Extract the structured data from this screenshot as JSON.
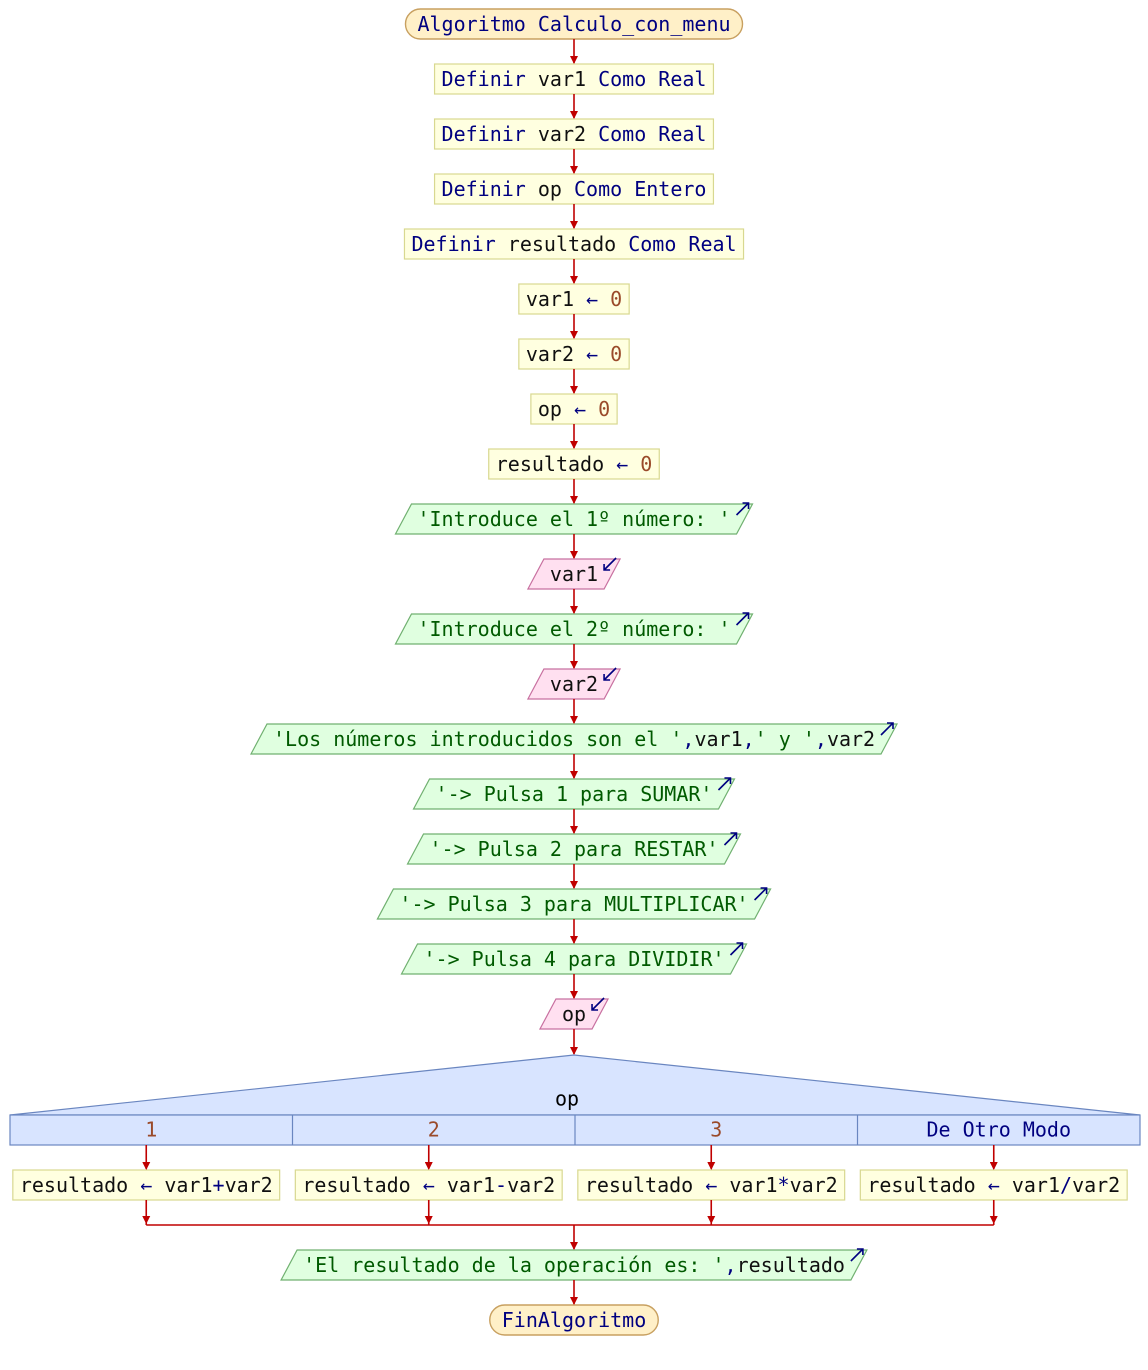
{
  "colors": {
    "keyword": "#000080",
    "variable": "#101010",
    "number": "#9a4a2a",
    "string": "#005a00",
    "arrow": "#c00000",
    "process_fill": "#ffffe0",
    "process_stroke": "#d8d890",
    "terminal_fill": "#fff0c8",
    "terminal_stroke": "#c8a060",
    "output_fill": "#e0ffe0",
    "output_stroke": "#70b070",
    "input_fill": "#ffe0f0",
    "input_stroke": "#c870a0",
    "switch_fill": "#d8e4ff",
    "switch_stroke": "#6a86c0"
  },
  "flow": {
    "start": [
      {
        "t": "Algoritmo Calculo_con_menu",
        "c": "kw"
      }
    ],
    "defs": [
      [
        {
          "t": "Definir ",
          "c": "kw"
        },
        {
          "t": "var1",
          "c": "var"
        },
        {
          "t": " Como Real",
          "c": "kw"
        }
      ],
      [
        {
          "t": "Definir ",
          "c": "kw"
        },
        {
          "t": "var2",
          "c": "var"
        },
        {
          "t": " Como Real",
          "c": "kw"
        }
      ],
      [
        {
          "t": "Definir ",
          "c": "kw"
        },
        {
          "t": "op",
          "c": "var"
        },
        {
          "t": " Como Entero",
          "c": "kw"
        }
      ],
      [
        {
          "t": "Definir ",
          "c": "kw"
        },
        {
          "t": "resultado",
          "c": "var"
        },
        {
          "t": " Como Real",
          "c": "kw"
        }
      ]
    ],
    "assigns": [
      [
        {
          "t": "var1 ",
          "c": "var"
        },
        {
          "t": "←",
          "c": "kw"
        },
        {
          "t": " 0",
          "c": "num"
        }
      ],
      [
        {
          "t": "var2 ",
          "c": "var"
        },
        {
          "t": "←",
          "c": "kw"
        },
        {
          "t": " 0",
          "c": "num"
        }
      ],
      [
        {
          "t": "op ",
          "c": "var"
        },
        {
          "t": "←",
          "c": "kw"
        },
        {
          "t": " 0",
          "c": "num"
        }
      ],
      [
        {
          "t": "resultado ",
          "c": "var"
        },
        {
          "t": "←",
          "c": "kw"
        },
        {
          "t": " 0",
          "c": "num"
        }
      ]
    ],
    "io": [
      {
        "kind": "out",
        "parts": [
          {
            "t": "'Introduce el 1º número: '",
            "c": "str"
          }
        ]
      },
      {
        "kind": "in",
        "parts": [
          {
            "t": "var1",
            "c": "var"
          }
        ]
      },
      {
        "kind": "out",
        "parts": [
          {
            "t": "'Introduce el 2º número: '",
            "c": "str"
          }
        ]
      },
      {
        "kind": "in",
        "parts": [
          {
            "t": "var2",
            "c": "var"
          }
        ]
      },
      {
        "kind": "out",
        "parts": [
          {
            "t": "'Los números introducidos son el '",
            "c": "str"
          },
          {
            "t": ",",
            "c": "kw"
          },
          {
            "t": "var1",
            "c": "var"
          },
          {
            "t": ",",
            "c": "kw"
          },
          {
            "t": "' y '",
            "c": "str"
          },
          {
            "t": ",",
            "c": "kw"
          },
          {
            "t": "var2",
            "c": "var"
          }
        ]
      },
      {
        "kind": "out",
        "parts": [
          {
            "t": "'-> Pulsa 1 para SUMAR'",
            "c": "str"
          }
        ]
      },
      {
        "kind": "out",
        "parts": [
          {
            "t": "'-> Pulsa 2 para RESTAR'",
            "c": "str"
          }
        ]
      },
      {
        "kind": "out",
        "parts": [
          {
            "t": "'-> Pulsa 3 para MULTIPLICAR'",
            "c": "str"
          }
        ]
      },
      {
        "kind": "out",
        "parts": [
          {
            "t": "'-> Pulsa 4 para DIVIDIR'",
            "c": "str"
          }
        ]
      },
      {
        "kind": "in",
        "parts": [
          {
            "t": "op",
            "c": "var"
          }
        ]
      }
    ],
    "switch_var": "op",
    "cases": [
      {
        "label": "1",
        "label_c": "num",
        "body": [
          {
            "t": "resultado ",
            "c": "var"
          },
          {
            "t": "←",
            "c": "kw"
          },
          {
            "t": " var1",
            "c": "var"
          },
          {
            "t": "+",
            "c": "kw"
          },
          {
            "t": "var2",
            "c": "var"
          }
        ]
      },
      {
        "label": "2",
        "label_c": "num",
        "body": [
          {
            "t": "resultado ",
            "c": "var"
          },
          {
            "t": "←",
            "c": "kw"
          },
          {
            "t": " var1",
            "c": "var"
          },
          {
            "t": "-",
            "c": "kw"
          },
          {
            "t": "var2",
            "c": "var"
          }
        ]
      },
      {
        "label": "3",
        "label_c": "num",
        "body": [
          {
            "t": "resultado ",
            "c": "var"
          },
          {
            "t": "←",
            "c": "kw"
          },
          {
            "t": " var1",
            "c": "var"
          },
          {
            "t": "*",
            "c": "kw"
          },
          {
            "t": "var2",
            "c": "var"
          }
        ]
      },
      {
        "label": "De Otro Modo",
        "label_c": "kw",
        "body": [
          {
            "t": "resultado ",
            "c": "var"
          },
          {
            "t": "←",
            "c": "kw"
          },
          {
            "t": " var1",
            "c": "var"
          },
          {
            "t": "/",
            "c": "kw"
          },
          {
            "t": "var2",
            "c": "var"
          }
        ]
      }
    ],
    "final_out": {
      "kind": "out",
      "parts": [
        {
          "t": "'El resultado de la operación es: '",
          "c": "str"
        },
        {
          "t": ",",
          "c": "kw"
        },
        {
          "t": "resultado",
          "c": "var"
        }
      ]
    },
    "end": [
      {
        "t": "FinAlgoritmo",
        "c": "kw"
      }
    ]
  }
}
